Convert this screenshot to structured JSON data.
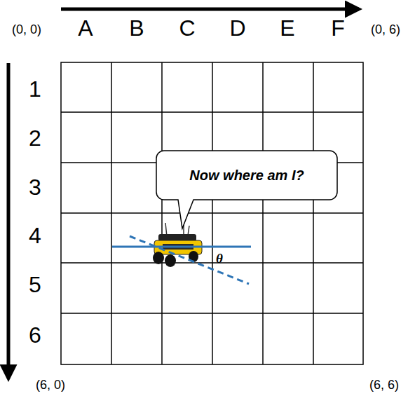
{
  "diagram": {
    "nodes": [
      {
        "text": [
          "Now where am I?"
        ]
      }
    ],
    "labels": [
      "(0, 0)",
      "A",
      "B",
      "C",
      "D",
      "E",
      "F",
      "(0, 6)",
      "1",
      "2",
      "3",
      "4",
      "5",
      "6",
      "(6, 0)",
      "(6, 6)",
      "θ"
    ]
  }
}
